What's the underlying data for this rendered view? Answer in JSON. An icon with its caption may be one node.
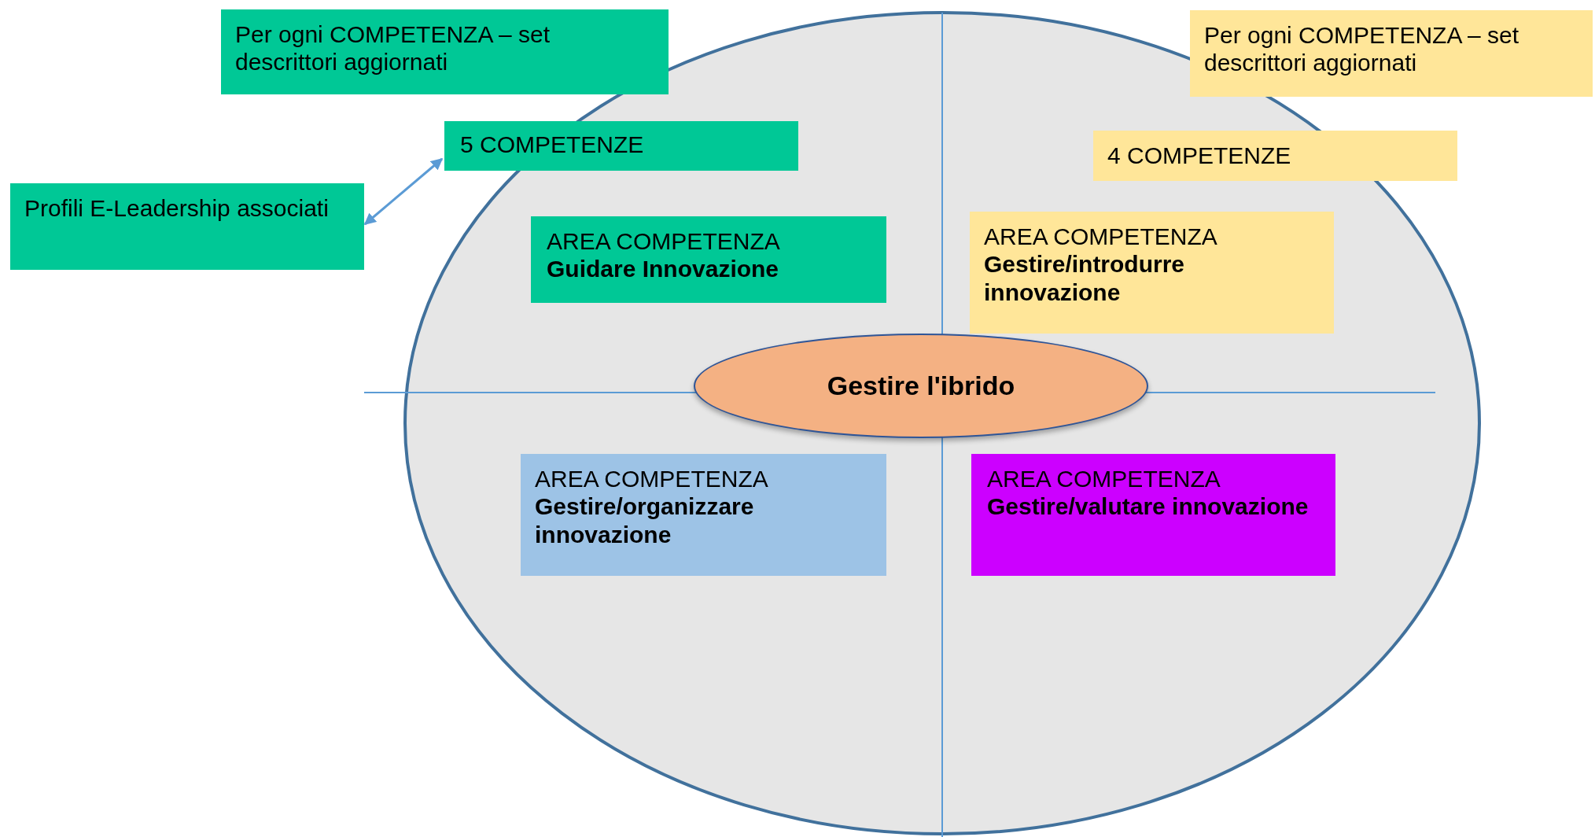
{
  "diagram": {
    "nodes": [
      {
        "text": [
          "Per ogni COMPETENZA – set descrittori aggiornati"
        ]
      },
      {
        "text": [
          "Per ogni COMPETENZA – set descrittori aggiornati"
        ]
      },
      {
        "text": [
          "5 COMPETENZE"
        ]
      },
      {
        "text": [
          "4 COMPETENZE"
        ]
      },
      {
        "text": [
          "Profili E-Leadership associati"
        ]
      },
      {
        "text": [
          "AREA COMPETENZA",
          "Guidare Innovazione"
        ]
      },
      {
        "text": [
          "AREA COMPETENZA",
          "Gestire/introdurre innovazione"
        ]
      },
      {
        "text": [
          "Gestire l'ibrido"
        ]
      },
      {
        "text": [
          "AREA COMPETENZA",
          "Gestire/organizzare innovazione"
        ]
      },
      {
        "text": [
          "AREA COMPETENZA",
          "Gestire/valutare innovazione"
        ]
      }
    ],
    "edges": [
      {
        "from": 4,
        "to": 2,
        "arrow": "both"
      }
    ]
  }
}
